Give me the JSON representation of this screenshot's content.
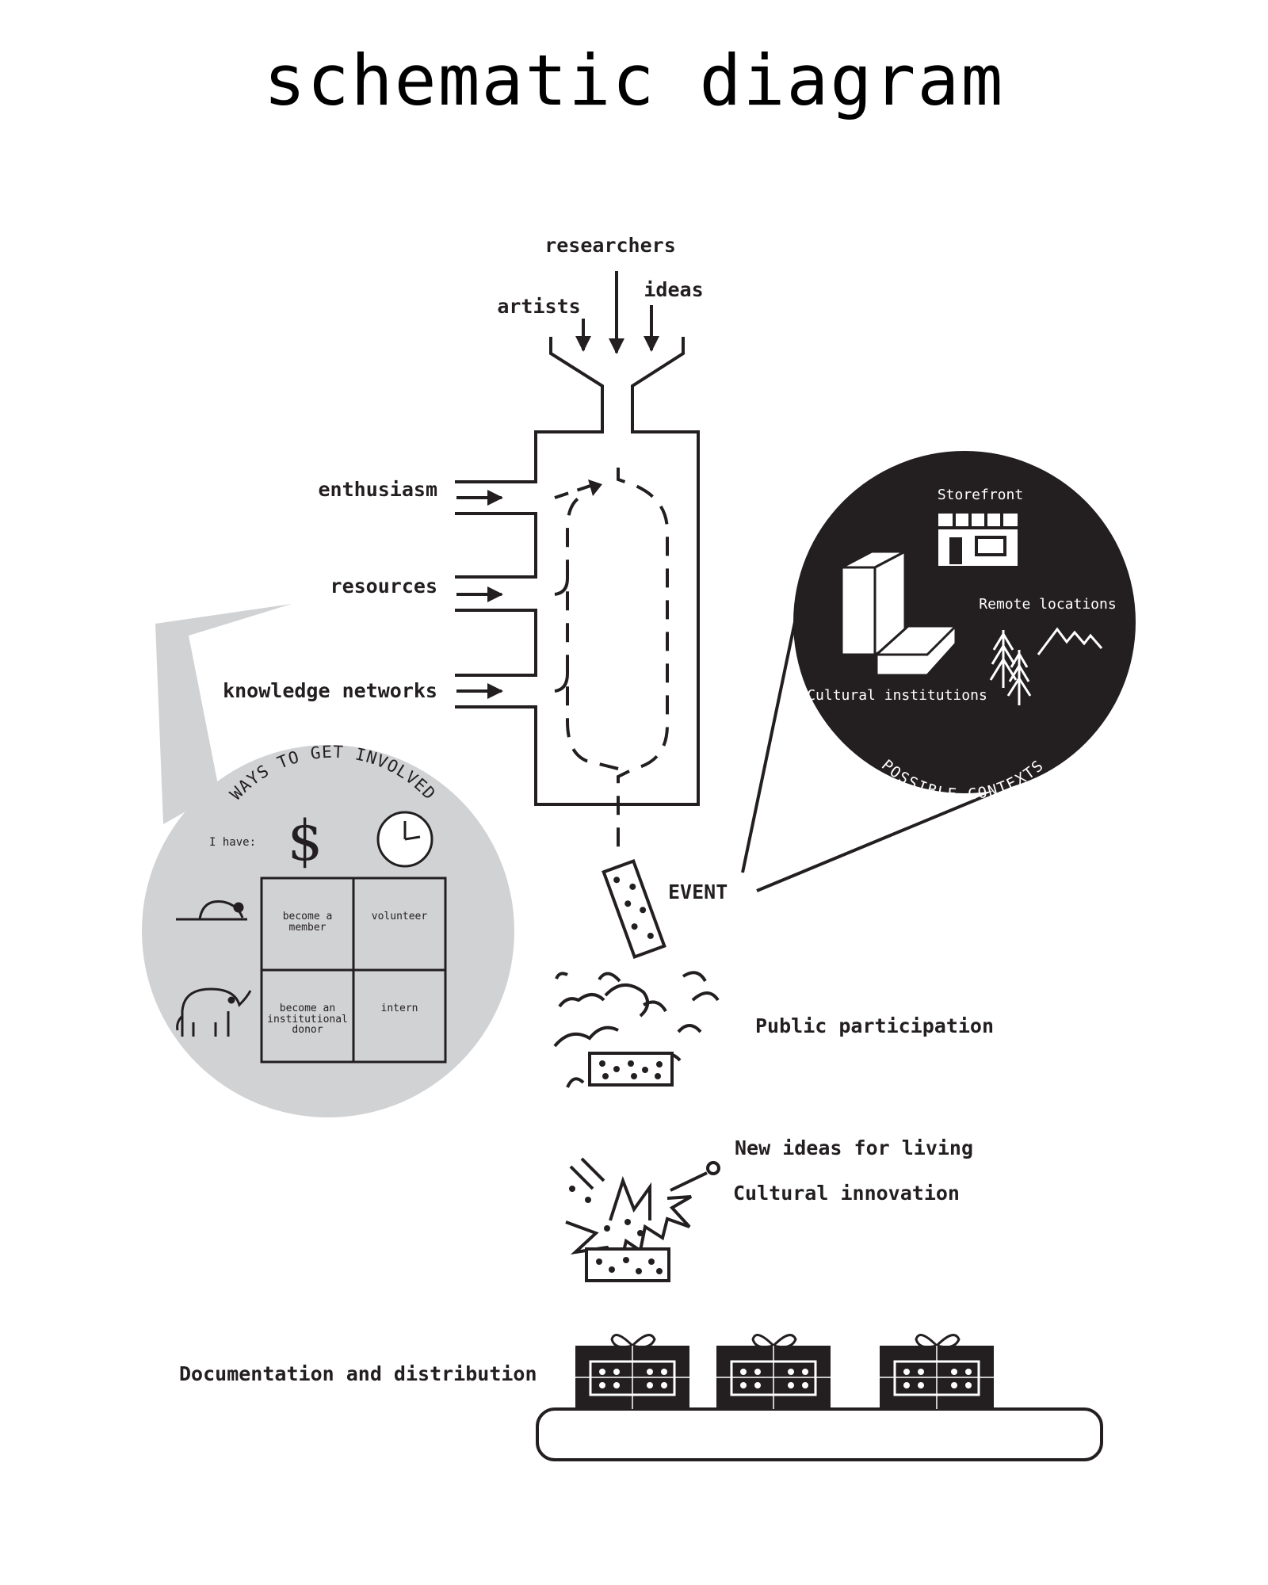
{
  "title": "schematic diagram",
  "inputs_top": {
    "researchers": "researchers",
    "artists": "artists",
    "ideas": "ideas"
  },
  "inputs_side": {
    "enthusiasm": "enthusiasm",
    "resources": "resources",
    "knowledge_networks": "knowledge networks"
  },
  "event_label": "EVENT",
  "contexts": {
    "heading": "POSSIBLE CONTEXTS",
    "storefront": "Storefront",
    "remote_locations": "Remote locations",
    "cultural_institutions": "Cultural institutions"
  },
  "involvement": {
    "heading": "WAYS TO GET INVOLVED",
    "i_have": "I have:",
    "cells": [
      "become a member",
      "volunteer",
      "become an institutional donor",
      "intern"
    ]
  },
  "outcomes": {
    "public_participation": "Public participation",
    "new_ideas": "New ideas for living",
    "cultural_innovation": "Cultural innovation",
    "documentation": "Documentation and distribution"
  },
  "colors": {
    "ink": "#231f20",
    "bubble_gray": "#d1d2d4",
    "paper": "#ffffff"
  }
}
